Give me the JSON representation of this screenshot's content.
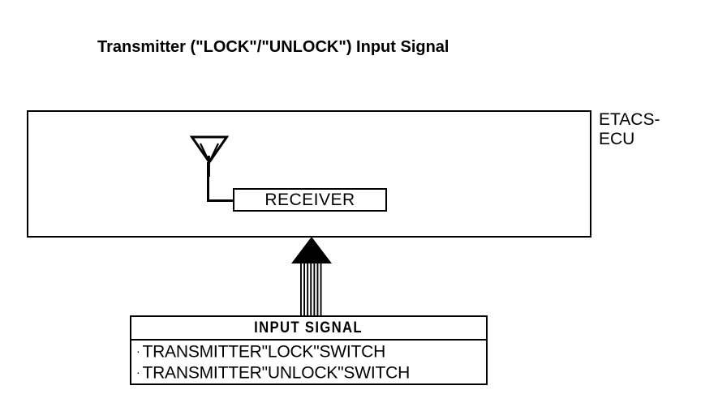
{
  "diagram": {
    "title": "Transmitter (\"LOCK\"/\"UNLOCK\") Input Signal",
    "ecu": {
      "label_line1": "ETACS-",
      "label_line2": "ECU",
      "receiver_label": "RECEIVER",
      "antenna_icon": "antenna-icon"
    },
    "signal_arrow": {
      "icon": "up-arrow-striped-icon",
      "direction": "up"
    },
    "input_signal_box": {
      "header": "INPUT SIGNAL",
      "bullet": "·",
      "items": [
        "TRANSMITTER\"LOCK\"SWITCH",
        "TRANSMITTER\"UNLOCK\"SWITCH"
      ]
    },
    "colors": {
      "line": "#000000",
      "background": "#ffffff",
      "text": "#000000"
    }
  }
}
